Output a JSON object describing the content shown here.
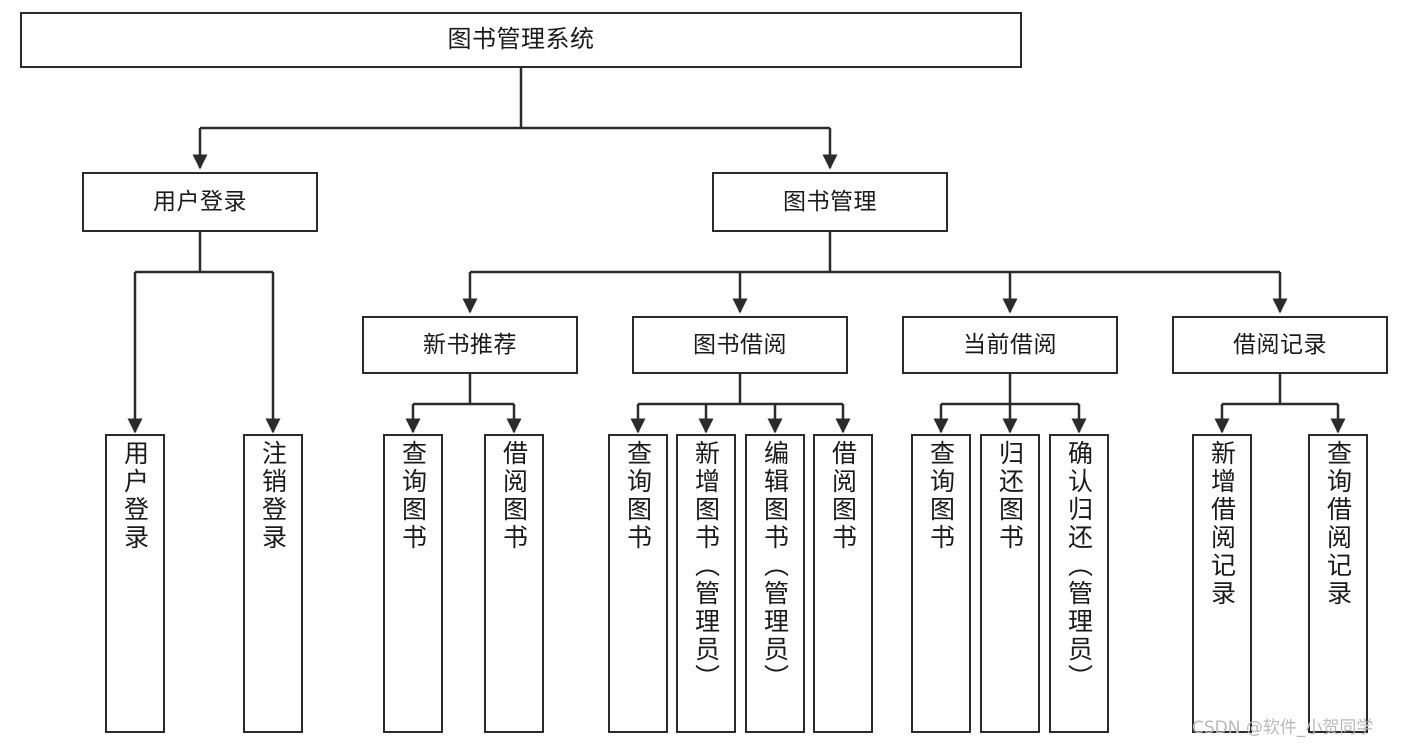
{
  "diagram": {
    "title": "图书管理系统",
    "type": "tree",
    "watermark": "CSDN @软件_小贺同学",
    "colors": {
      "stroke": "#2b2b2b",
      "fill": "#ffffff",
      "text": "#1a1a1a",
      "watermark": "#b9b9b9"
    },
    "nodes": {
      "root": {
        "label": "图书管理系统"
      },
      "level2": [
        {
          "label": "用户登录"
        },
        {
          "label": "图书管理"
        }
      ],
      "level3": [
        {
          "label": "新书推荐"
        },
        {
          "label": "图书借阅"
        },
        {
          "label": "当前借阅"
        },
        {
          "label": "借阅记录"
        }
      ],
      "leaves": {
        "user_login": [
          {
            "label": "用户登录"
          },
          {
            "label": "注销登录"
          }
        ],
        "new_book": [
          {
            "label": "查询图书"
          },
          {
            "label": "借阅图书"
          }
        ],
        "borrow_book": [
          {
            "label": "查询图书"
          },
          {
            "label": "新增图书（管理员）"
          },
          {
            "label": "编辑图书（管理员）"
          },
          {
            "label": "借阅图书"
          }
        ],
        "current_borrow": [
          {
            "label": "查询图书"
          },
          {
            "label": "归还图书"
          },
          {
            "label": "确认归还（管理员）"
          }
        ],
        "borrow_record": [
          {
            "label": "新增借阅记录"
          },
          {
            "label": "查询借阅记录"
          }
        ]
      }
    }
  }
}
